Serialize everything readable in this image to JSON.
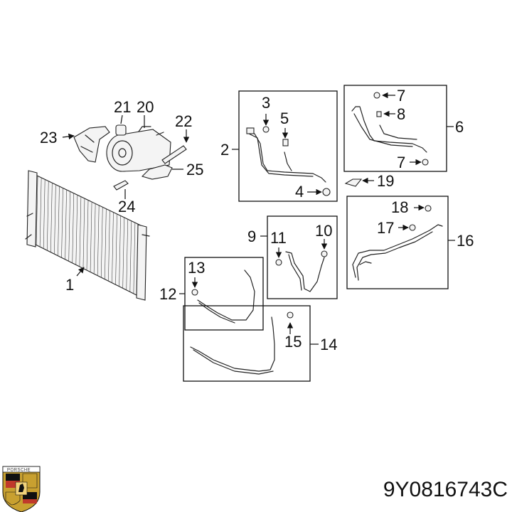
{
  "diagram": {
    "labels": {
      "n1": "1",
      "n2": "2",
      "n3": "3",
      "n4": "4",
      "n5": "5",
      "n6": "6",
      "n7a": "7",
      "n7b": "7",
      "n8": "8",
      "n9": "9",
      "n10": "10",
      "n11": "11",
      "n12": "12",
      "n13": "13",
      "n14": "14",
      "n15": "15",
      "n16": "16",
      "n17": "17",
      "n18": "18",
      "n19": "19",
      "n20": "20",
      "n21": "21",
      "n22": "22",
      "n23": "23",
      "n24": "24",
      "n25": "25"
    },
    "part_number": "9Y0816743C",
    "logo": {
      "name": "porsche-crest-logo",
      "text": "PORSCHE",
      "colors": [
        "#c8a030",
        "#c0392b",
        "#111111"
      ]
    }
  }
}
